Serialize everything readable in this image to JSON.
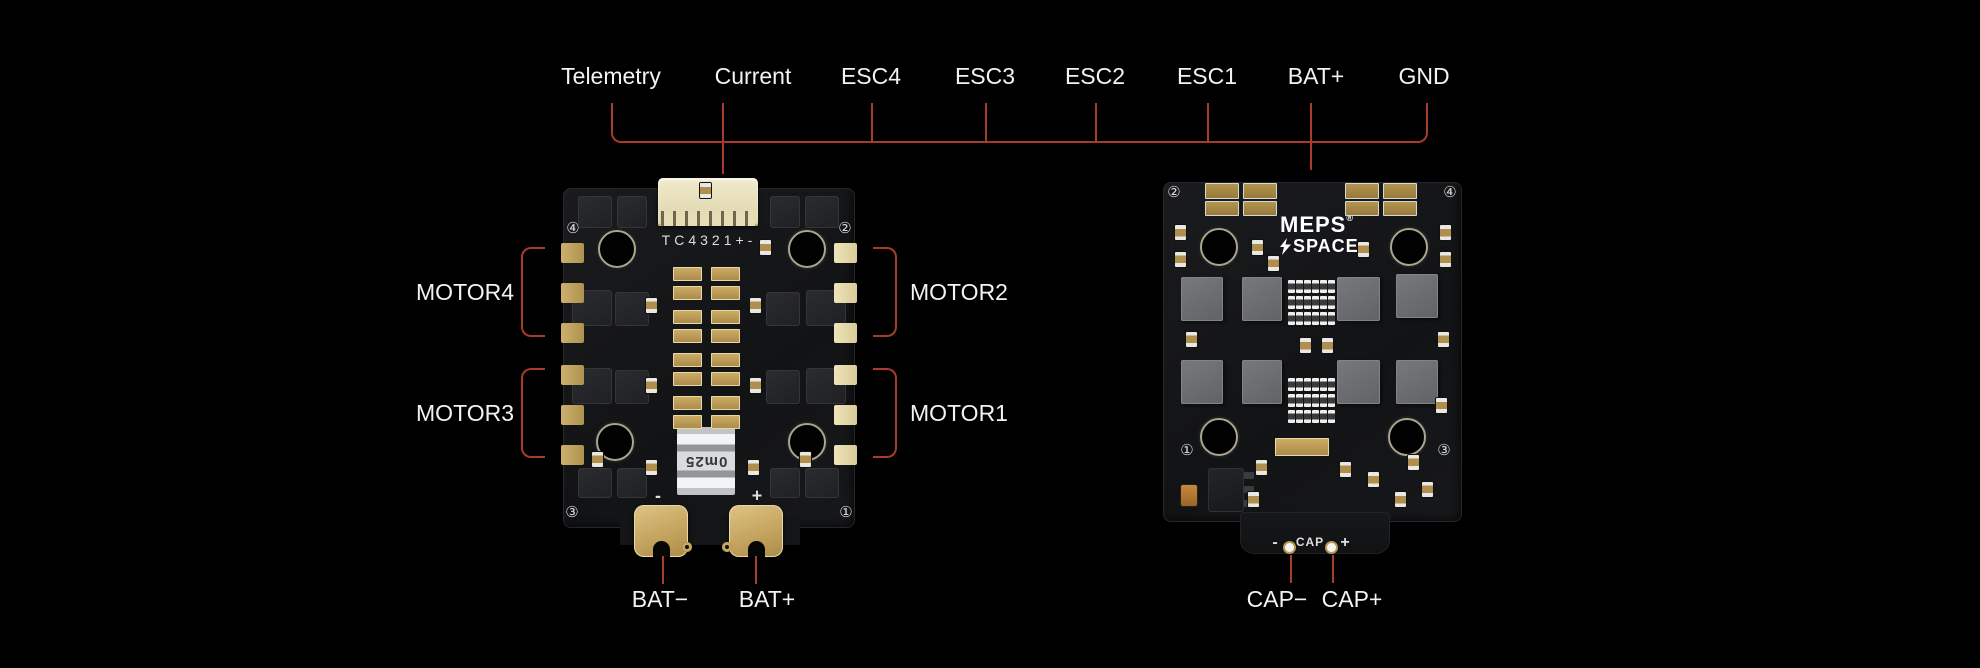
{
  "colors": {
    "background": "#000000",
    "annotation_red": "#a83b29",
    "label_text": "#f2f2f2",
    "pcb": "#141517",
    "gold": "#c2a25c",
    "connector_cream": "#e7dfbe"
  },
  "pinout": {
    "labels": [
      {
        "label": "Telemetry"
      },
      {
        "label": "Current"
      },
      {
        "label": "ESC4"
      },
      {
        "label": "ESC3"
      },
      {
        "label": "ESC2"
      },
      {
        "label": "ESC1"
      },
      {
        "label": "BAT+"
      },
      {
        "label": "GND"
      }
    ]
  },
  "front_board": {
    "connector_silk": "TC4321+-",
    "shunt_silk": "0m25",
    "corner_numbers": {
      "top_left": "④",
      "top_right": "②",
      "bottom_left": "③",
      "bottom_right": "①"
    },
    "battery_silk": {
      "minus": "-",
      "plus": "+"
    },
    "motor_labels": {
      "motor4": "MOTOR4",
      "motor3": "MOTOR3",
      "motor2": "MOTOR2",
      "motor1": "MOTOR1"
    },
    "battery_labels": {
      "minus": "BAT−",
      "plus": "BAT+"
    }
  },
  "back_board": {
    "logo": {
      "brand_top": "MEPS",
      "registered": "®",
      "brand_bottom": "SPACE"
    },
    "corner_numbers": {
      "top_left": "②",
      "top_right": "④",
      "bottom_left": "①",
      "bottom_right": "③"
    },
    "cap_silk": {
      "label": "CAP",
      "minus": "-",
      "plus": "+"
    },
    "cap_labels": {
      "minus": "CAP−",
      "plus": "CAP+"
    }
  }
}
